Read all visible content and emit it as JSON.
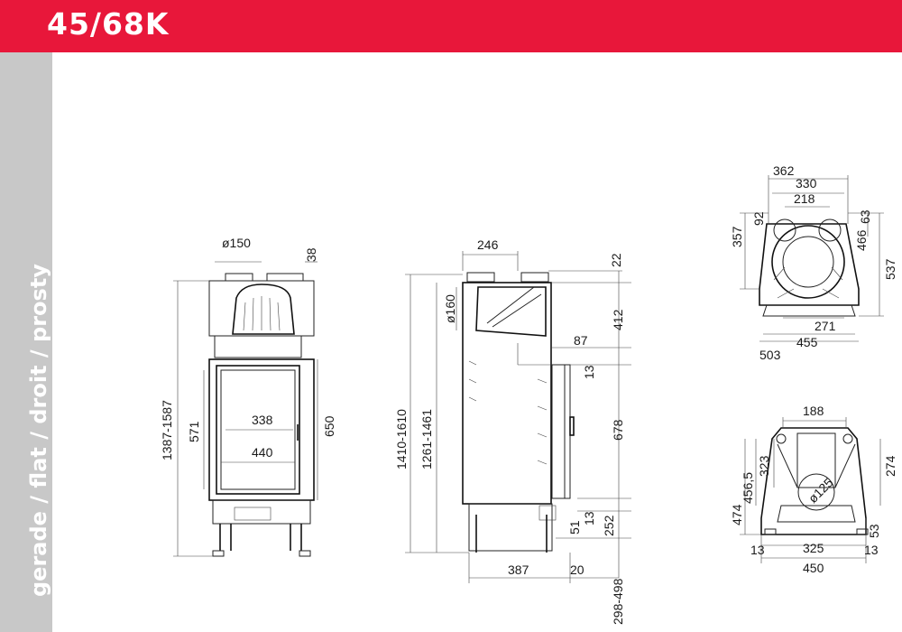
{
  "header": {
    "title": "45/68K",
    "color": "#e8173a"
  },
  "sidebar": {
    "text": "gerade / flat / droit / prosty",
    "color": "#c8c8c8"
  },
  "front_view": {
    "labels": [
      "ø150",
      "38",
      "1387-1587",
      "571",
      "338",
      "440",
      "650"
    ]
  },
  "side_view": {
    "labels": [
      "246",
      "22",
      "ø160",
      "412",
      "87",
      "13",
      "1410-1610",
      "1261-1461",
      "678",
      "13",
      "51",
      "252",
      "387",
      "20",
      "298-498"
    ]
  },
  "top_view": {
    "labels": [
      "362",
      "330",
      "218",
      "92",
      "63",
      "357",
      "466",
      "537",
      "271",
      "455",
      "503"
    ]
  },
  "bottom_view": {
    "labels": [
      "188",
      "323",
      "456,5",
      "274",
      "474",
      "ø125",
      "53",
      "13",
      "325",
      "13",
      "450"
    ]
  }
}
